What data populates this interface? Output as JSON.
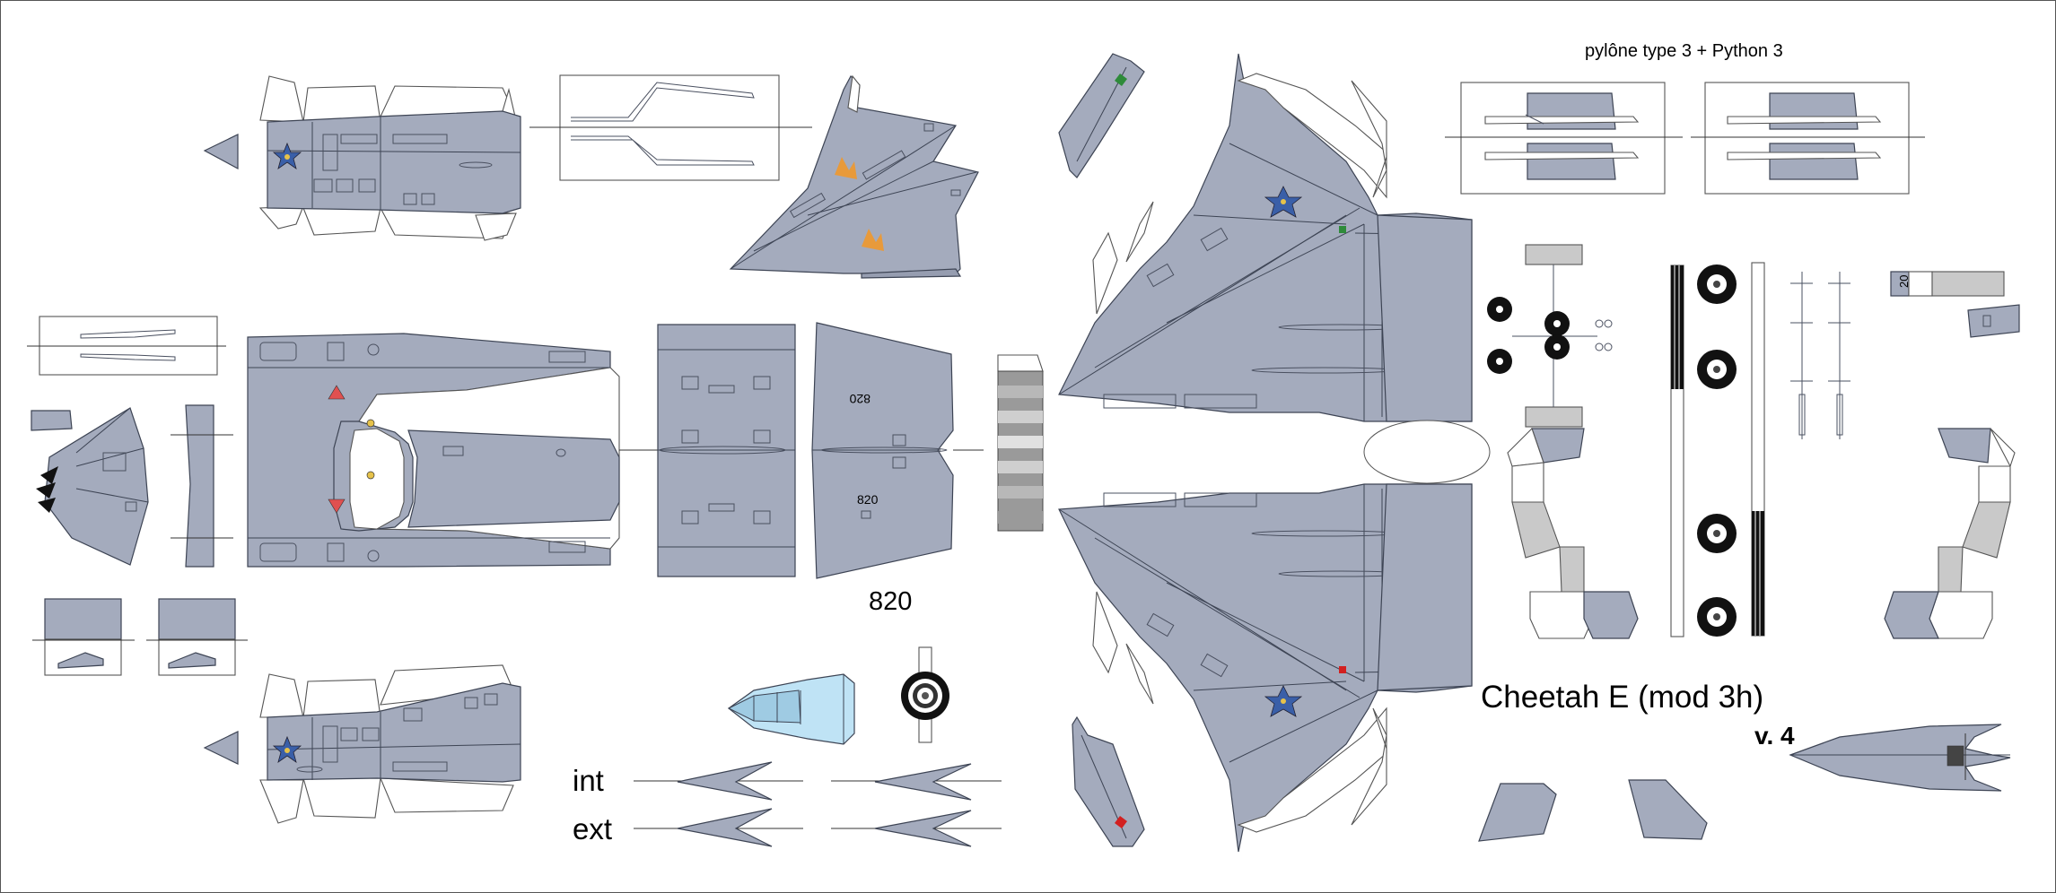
{
  "sheet": {
    "pylon_caption": "pylône type 3 + Python 3",
    "model_title": "Cheetah E (mod 3h)",
    "version": "v. 4",
    "aircraft_number": "820",
    "intake_labels": {
      "interior": "int",
      "exterior": "ext"
    },
    "part_tag": "20",
    "fuselage_markings": [
      "820",
      "820"
    ]
  },
  "colors": {
    "paint": "#a4abbd",
    "outline": "#3d4454",
    "roundel_blue": "#3a5fa8",
    "roundel_yellow": "#e6c24a",
    "canopy": "#bfe3f5",
    "tire": "#111111",
    "marker_green": "#2e8b3a",
    "marker_red": "#d22020"
  },
  "icons": [
    "star-roundel-icon",
    "flame-emblem-icon",
    "warning-triangle-icon",
    "tire-icon",
    "engine-fan-icon",
    "missile-icon"
  ]
}
